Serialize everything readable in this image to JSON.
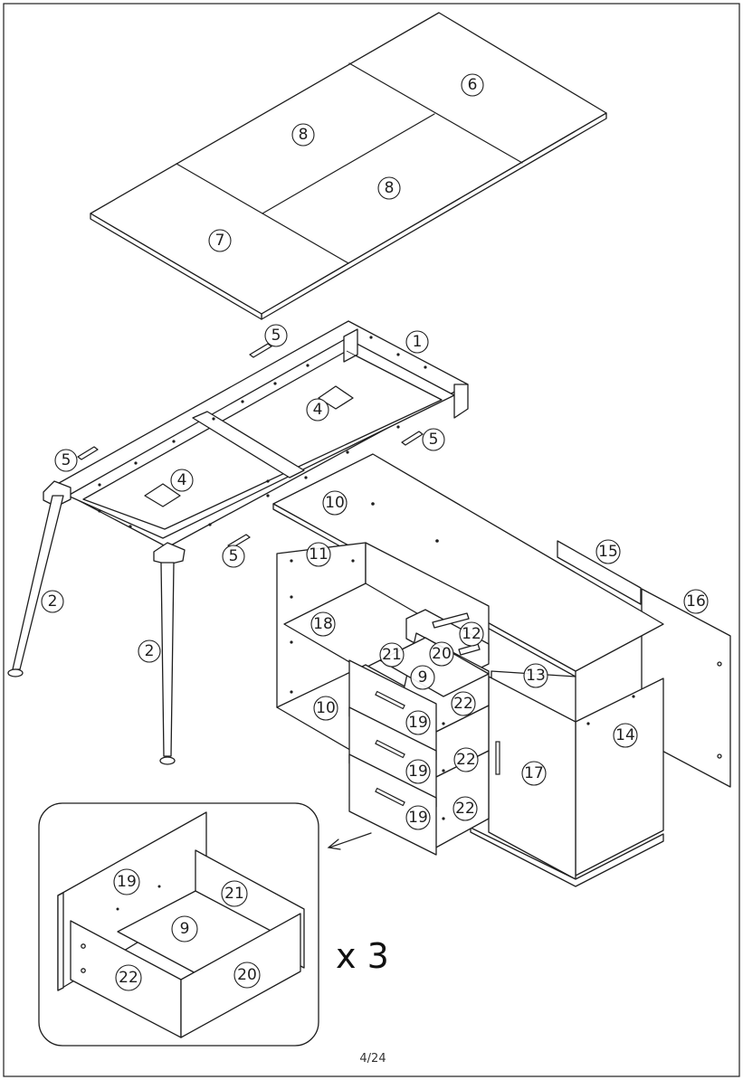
{
  "page": {
    "number": "4/24"
  },
  "detail": {
    "multiplier": "x 3"
  },
  "callouts": {
    "top_6": "6",
    "top_8a": "8",
    "top_8b": "8",
    "top_7": "7",
    "frame_1": "1",
    "frame_4a": "4",
    "frame_4b": "4",
    "frame_5a": "5",
    "frame_5b": "5",
    "frame_5c": "5",
    "frame_5d": "5",
    "leg_2a": "2",
    "leg_2b": "2",
    "cab_10_top": "10",
    "cab_11": "11",
    "cab_18": "18",
    "cab_10_bottom": "10",
    "cab_12": "12",
    "cab_21": "21",
    "cab_20": "20",
    "cab_9": "9",
    "cab_13": "13",
    "cab_15": "15",
    "cab_16": "16",
    "cab_14": "14",
    "cab_17": "17",
    "cab_22a": "22",
    "cab_22b": "22",
    "cab_22c": "22",
    "cab_19a": "19",
    "cab_19b": "19",
    "cab_19c": "19",
    "det_19": "19",
    "det_21": "21",
    "det_9": "9",
    "det_22": "22",
    "det_20": "20"
  }
}
